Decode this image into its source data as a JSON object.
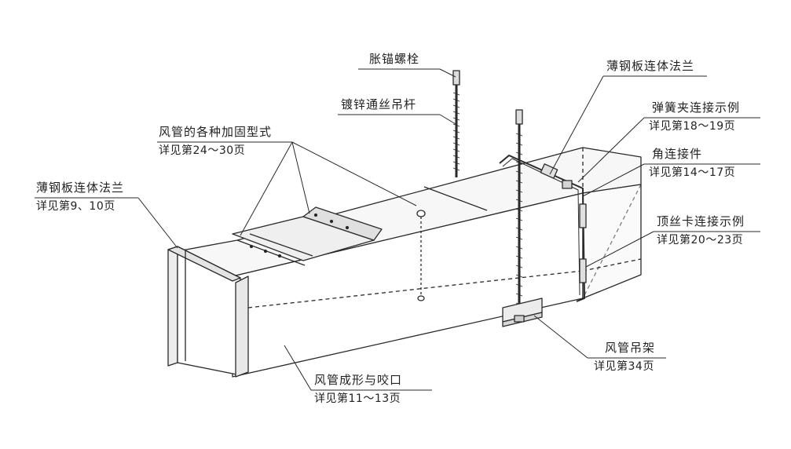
{
  "callouts": {
    "anchor_bolt": {
      "title": "胀锚螺栓"
    },
    "threaded_rod": {
      "title": "镀锌通丝吊杆"
    },
    "top_flange": {
      "title": "薄钢板连体法兰"
    },
    "stiffeners": {
      "title": "风管的各种加固型式",
      "ref": "详见第24～30页"
    },
    "spring_clip": {
      "title": "弹簧夹连接示例",
      "ref": "详见第18～19页"
    },
    "corner_piece": {
      "title": "角连接件",
      "ref": "详见第14～17页"
    },
    "left_flange": {
      "title": "薄钢板连体法兰",
      "ref": "详见第9、10页"
    },
    "top_clip": {
      "title": "顶丝卡连接示例",
      "ref": "详见第20～23页"
    },
    "hanger": {
      "title": "风管吊架",
      "ref": "详见第34页"
    },
    "seam": {
      "title": "风管成形与咬口",
      "ref": "详见第11～13页"
    }
  }
}
